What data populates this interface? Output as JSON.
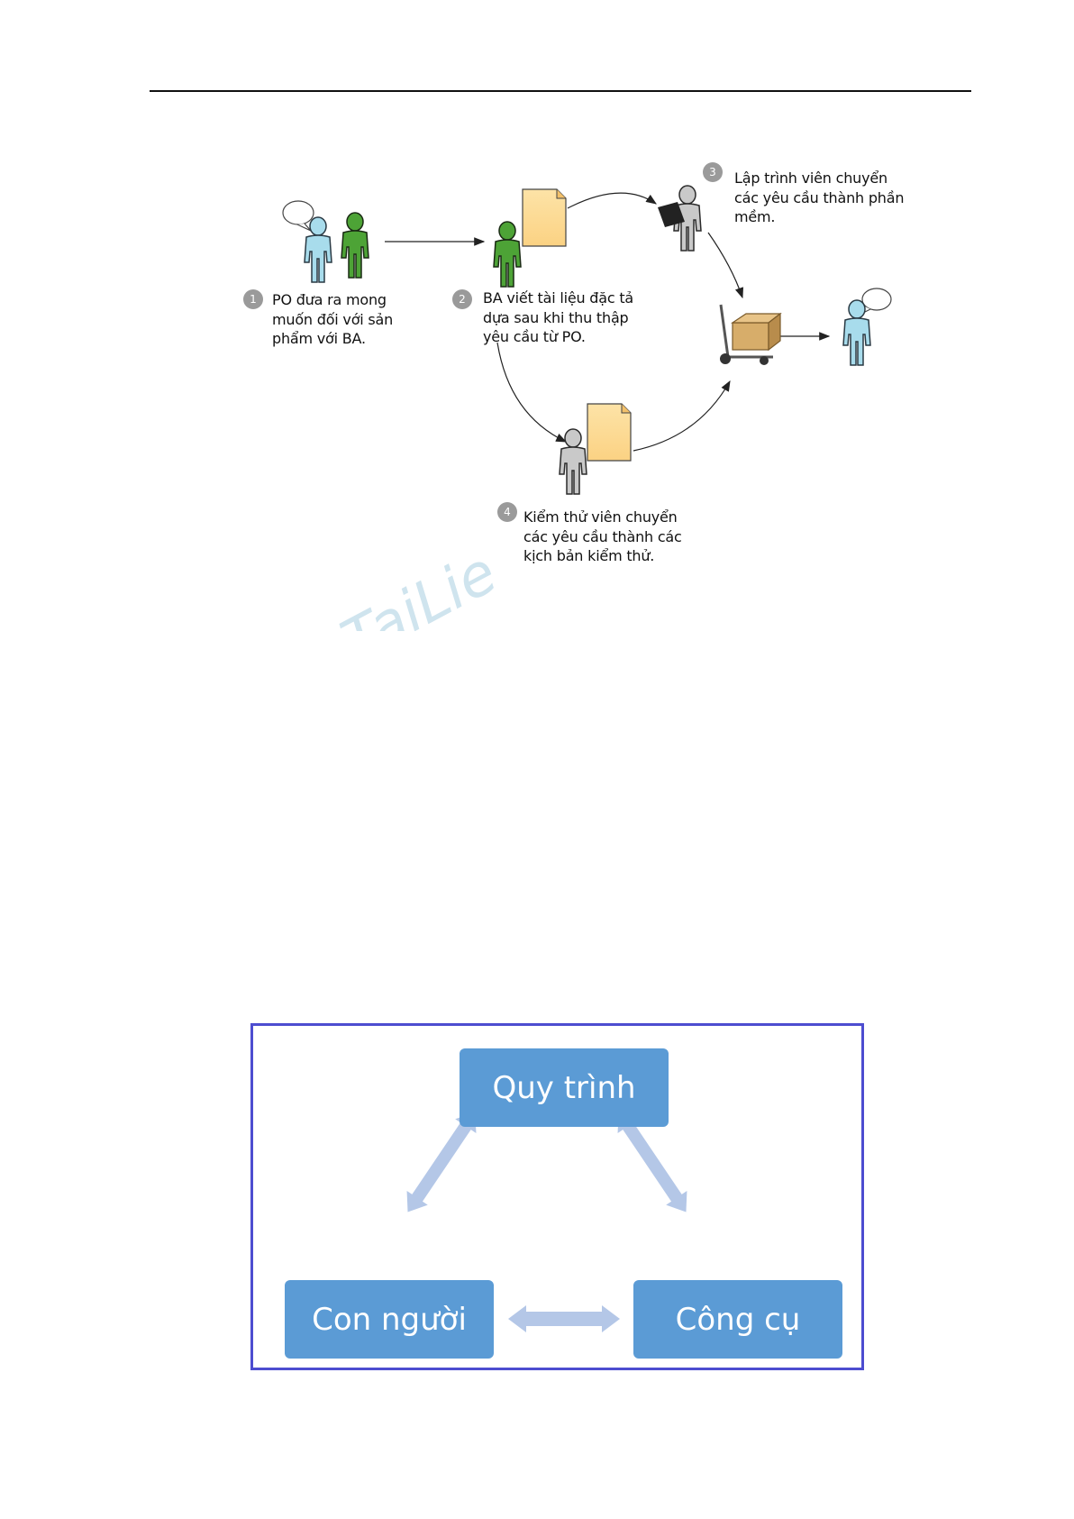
{
  "flow": {
    "steps": [
      {
        "number": "1",
        "lines": [
          "PO đưa ra mong",
          "muốn đối với sản",
          "phẩm với BA."
        ]
      },
      {
        "number": "2",
        "lines": [
          "BA viết tài liệu đặc tả",
          "dựa sau khi thu thập",
          "yêu cầu từ PO."
        ]
      },
      {
        "number": "3",
        "lines": [
          "Lập trình viên chuyển",
          "các yêu cầu thành phần",
          "mềm."
        ]
      },
      {
        "number": "4",
        "lines": [
          "Kiểm thử viên chuyển",
          "các yêu cầu thành các",
          "kịch bản kiểm thử."
        ]
      }
    ],
    "watermark": "TaiLie"
  },
  "triangle": {
    "process": "Quy trình",
    "people": "Con người",
    "tools": "Công cụ",
    "arrow_color": "#b4c7e7",
    "box_color": "#5b9bd5",
    "frame_color": "#4d4dd0"
  }
}
